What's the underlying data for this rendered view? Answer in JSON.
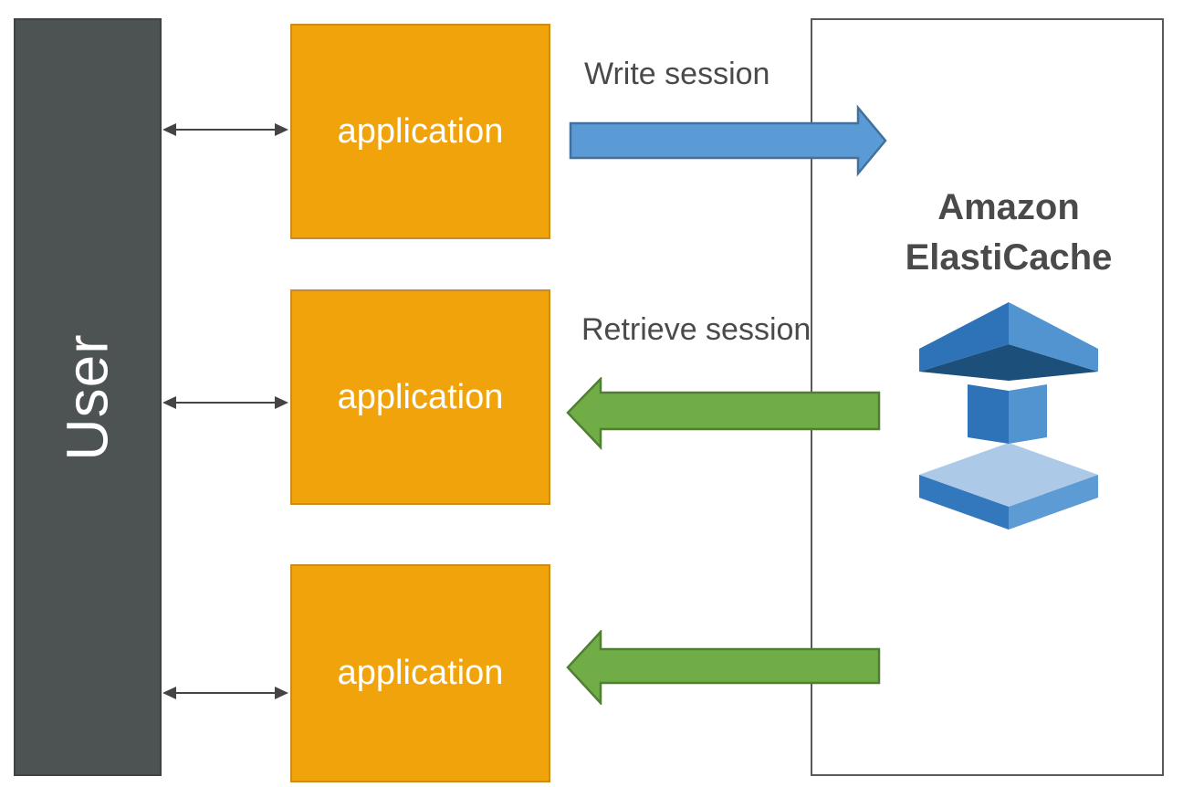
{
  "user_box": {
    "label": "User"
  },
  "applications": [
    {
      "label": "application"
    },
    {
      "label": "application"
    },
    {
      "label": "application"
    }
  ],
  "elasticache": {
    "title_line1": "Amazon",
    "title_line2": "ElastiCache"
  },
  "flows": {
    "write": {
      "label": "Write session",
      "direction": "right"
    },
    "retrieve": {
      "label": "Retrieve session",
      "direction": "left"
    },
    "retrieve_unlabeled": {
      "label": "",
      "direction": "left"
    }
  },
  "icons": {
    "elasticache": "elasticache-cube-stack-icon",
    "user_app_link": "double-headed-arrow-icon"
  },
  "colors": {
    "user_box_fill": "#4D5253",
    "application_fill": "#F1A30C",
    "application_border": "#CE8B1D",
    "write_arrow_fill": "#5B9BD5",
    "write_arrow_border": "#41719C",
    "retrieve_arrow_fill": "#70AD47",
    "retrieve_arrow_border": "#507E32",
    "container_border": "#595959",
    "label_text": "#4A4A4A",
    "box_text": "#FFFFFF",
    "link_arrow": "#444444",
    "icon_dark_blue": "#1D4F7B",
    "icon_mid_blue": "#2E73B8",
    "icon_light_blue": "#5294CF",
    "icon_pale_blue": "#ADC9E8"
  }
}
